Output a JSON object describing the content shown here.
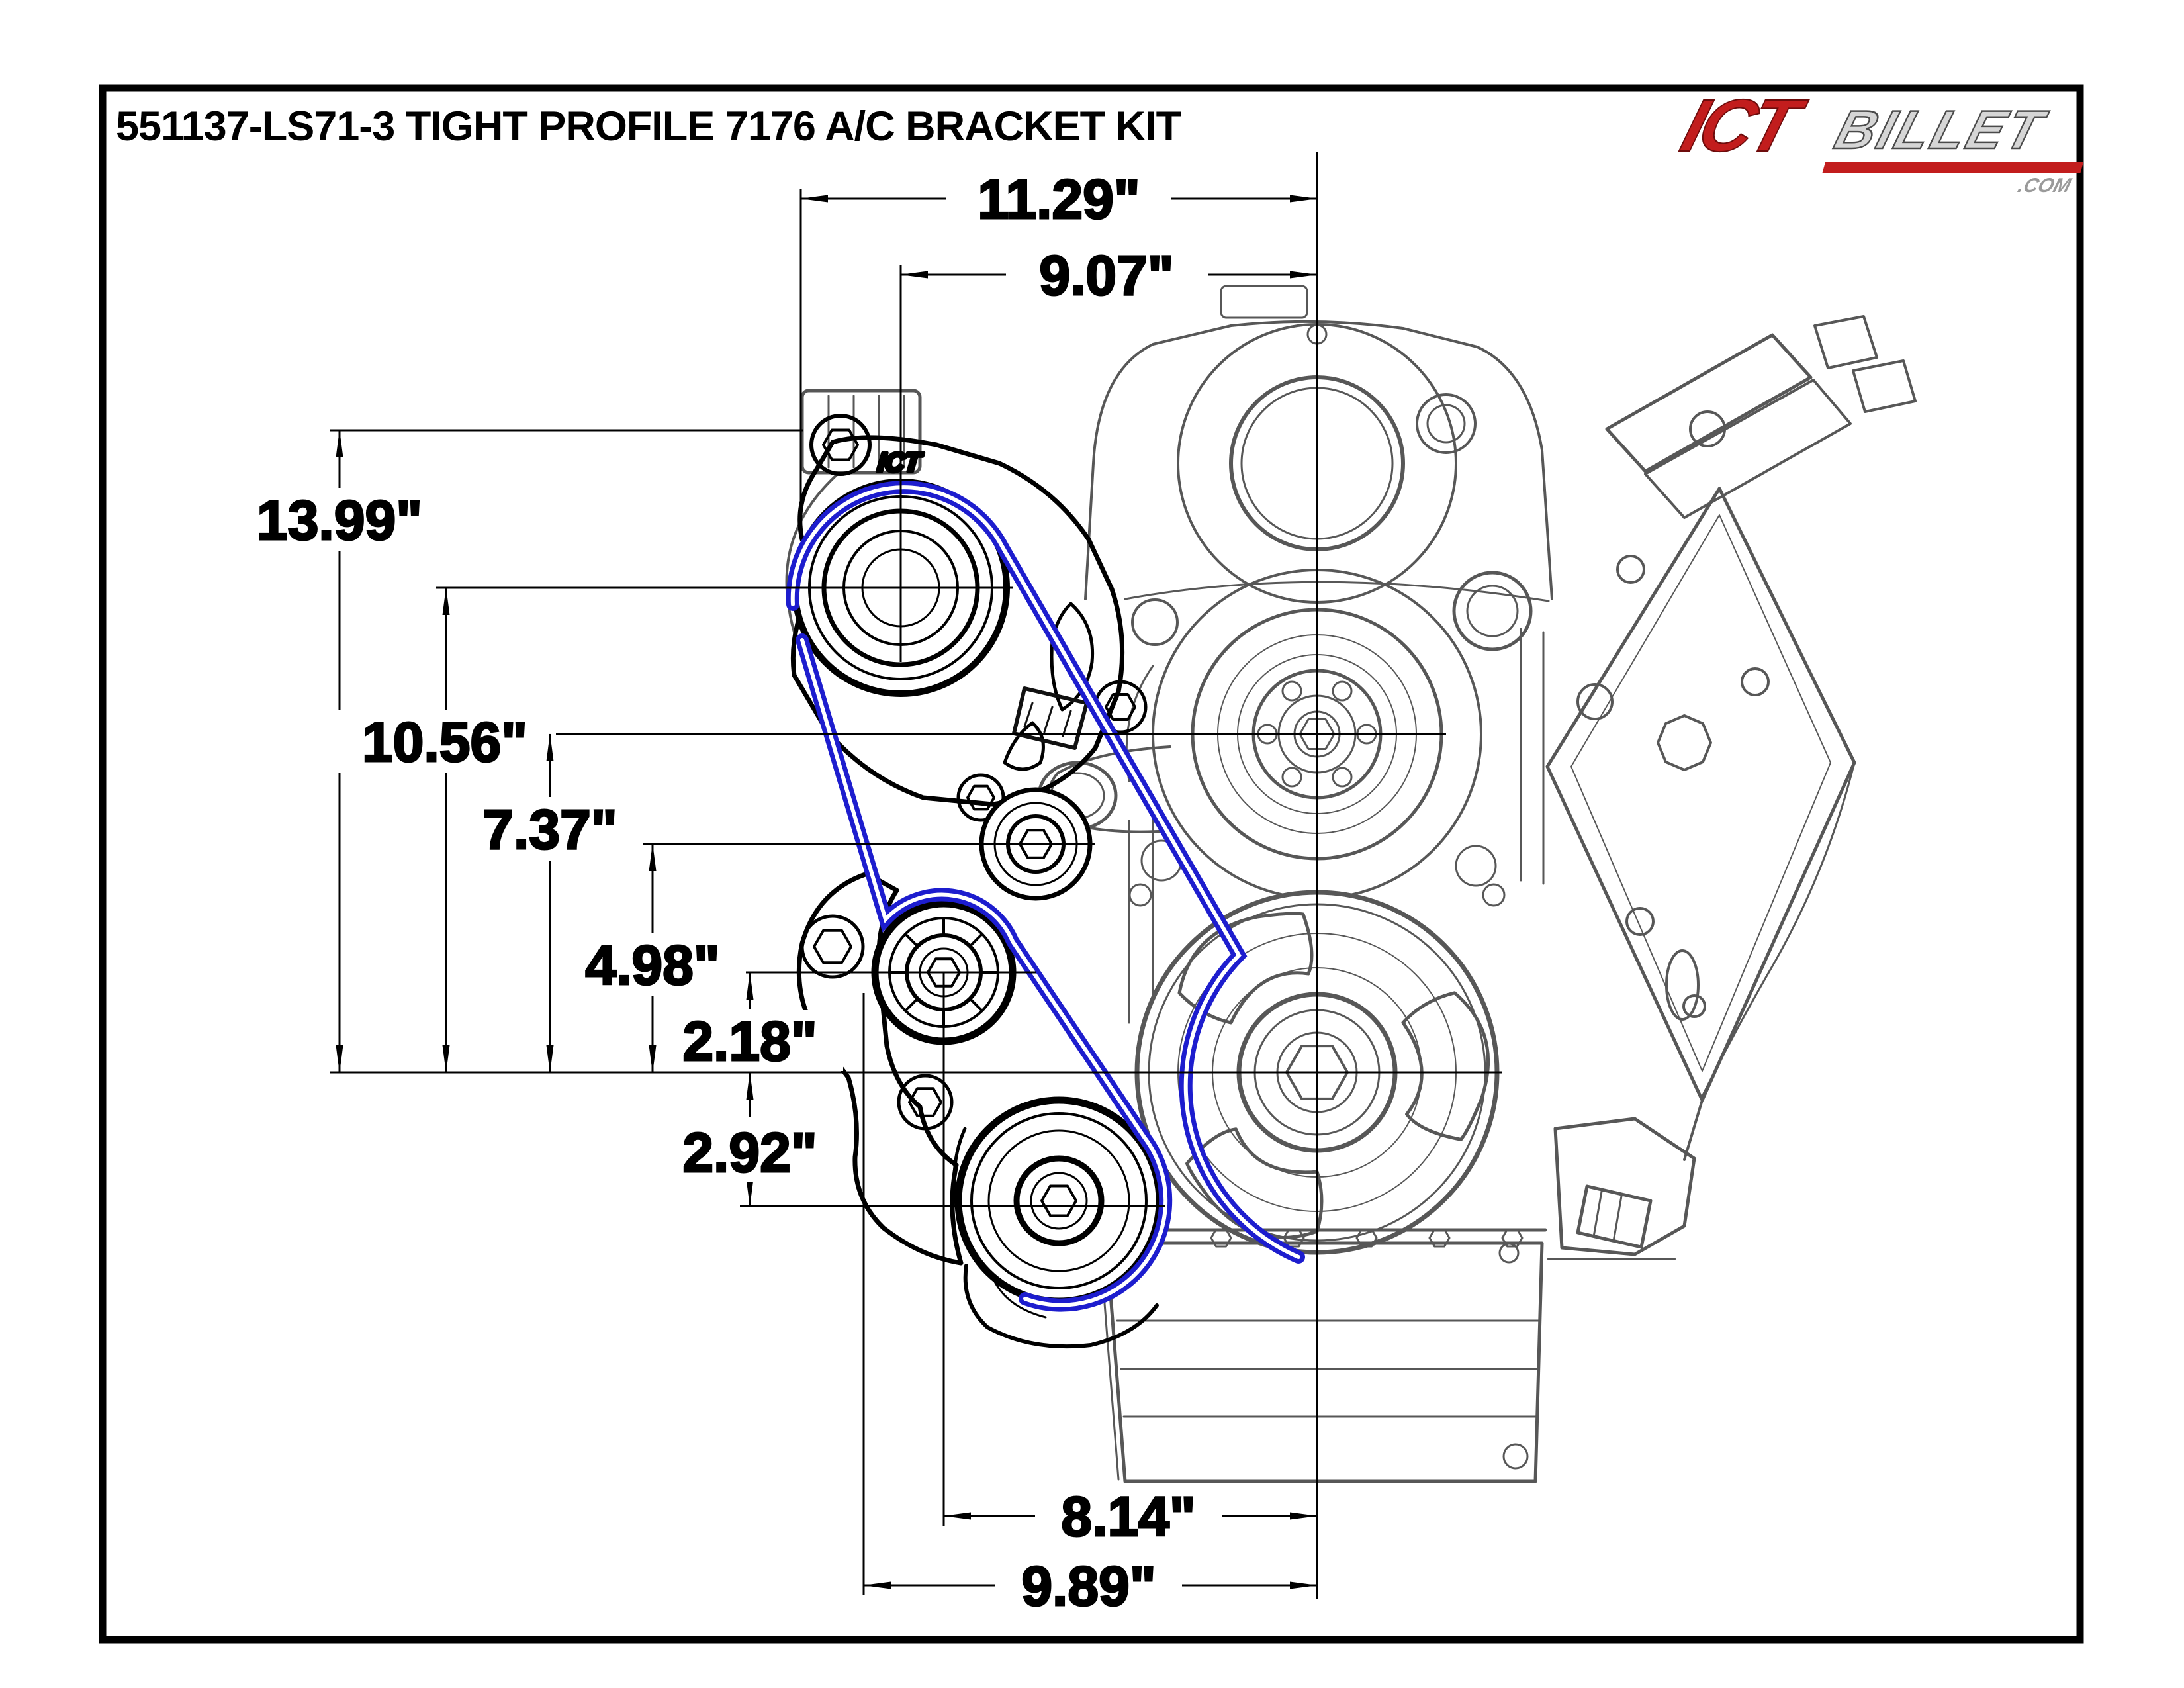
{
  "title": "551137-LS71-3 TIGHT PROFILE 7176 A/C BRACKET KIT",
  "logo": {
    "ict": "ICT",
    "billet": "BILLET",
    "com": ".COM"
  },
  "bracket_mark": "ICT",
  "dims": {
    "w1129": "11.29\"",
    "w907": "9.07\"",
    "h1399": "13.99\"",
    "h1056": "10.56\"",
    "h737": "7.37\"",
    "h498": "4.98\"",
    "h218": "2.18\"",
    "h292": "2.92\"",
    "w814": "8.14\"",
    "w989": "9.89\""
  },
  "measurements_inches": {
    "top_widths": [
      11.29,
      9.07
    ],
    "left_heights": [
      13.99,
      10.56,
      7.37,
      4.98,
      2.18,
      2.92
    ],
    "bottom_widths": [
      8.14,
      9.89
    ]
  },
  "colors": {
    "kit_part": "#000000",
    "engine_line": "#575757",
    "belt": "#1d1dce",
    "logo_red": "#c21d1d",
    "logo_silver": "#d6d6d6",
    "dimension": "#000000"
  }
}
